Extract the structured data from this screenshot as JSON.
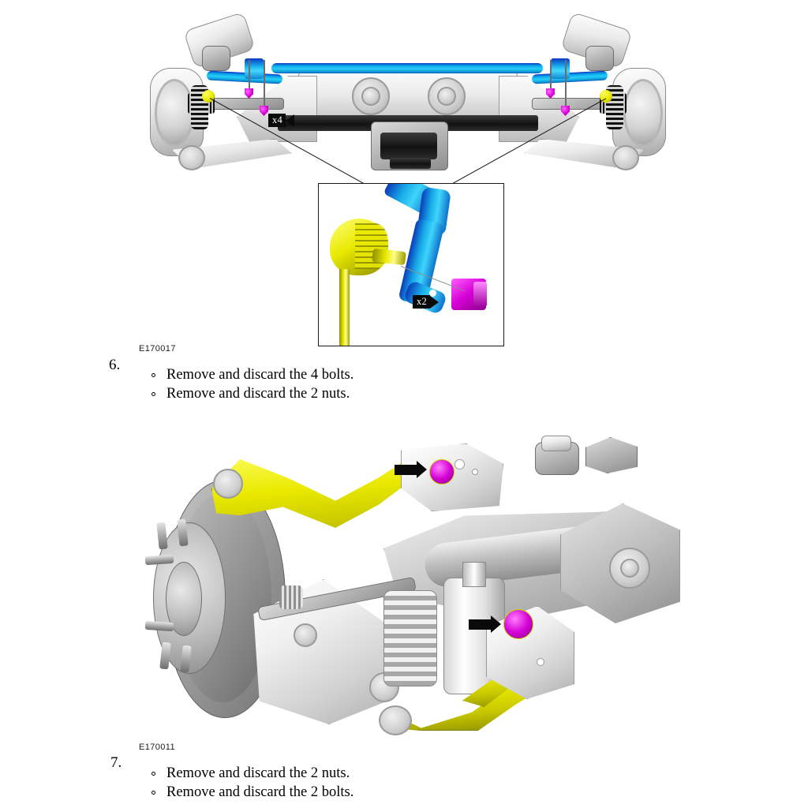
{
  "document": {
    "type": "service-manual-procedure-page",
    "background": "#ffffff"
  },
  "figures": [
    {
      "id": "figure-1",
      "caption": "E170017",
      "description": "Rear suspension assembly viewed from below, stabilizer bar highlighted",
      "highlight_colors": {
        "stabilizer_bar": "#1FC4F5",
        "link_joint": "#E8E800",
        "fastener": "#D400D4",
        "structure": "#C6C6C6"
      },
      "callouts": [
        {
          "label": "x4",
          "direction": "left",
          "target": "bolts"
        },
        {
          "label": "x2",
          "direction": "right",
          "target": "nuts"
        }
      ],
      "has_detail_inset": true,
      "inset": {
        "description": "Close-up of stabilizer bar link attachment",
        "callout": "x2"
      }
    },
    {
      "id": "figure-2",
      "caption": "E170011",
      "description": "Rear suspension three-quarter view with brake rotor, upper and lower control arms highlighted",
      "highlight_colors": {
        "control_arm": "#E8E800",
        "fastener": "#D400D4",
        "structure": "#BFBFBF"
      },
      "callouts": [
        {
          "label": "",
          "direction": "right",
          "target": "upper-arm-nut"
        },
        {
          "label": "",
          "direction": "right",
          "target": "lower-arm-nut"
        }
      ],
      "has_detail_inset": false
    }
  ],
  "steps": [
    {
      "number": "6.",
      "figure_caption": "E170017",
      "bullets": [
        "Remove and discard the 4 bolts.",
        "Remove and discard the 2 nuts."
      ]
    },
    {
      "number": "7.",
      "figure_caption": "E170011",
      "bullets": [
        "Remove and discard the 2 nuts.",
        "Remove and discard the 2 bolts."
      ]
    }
  ]
}
